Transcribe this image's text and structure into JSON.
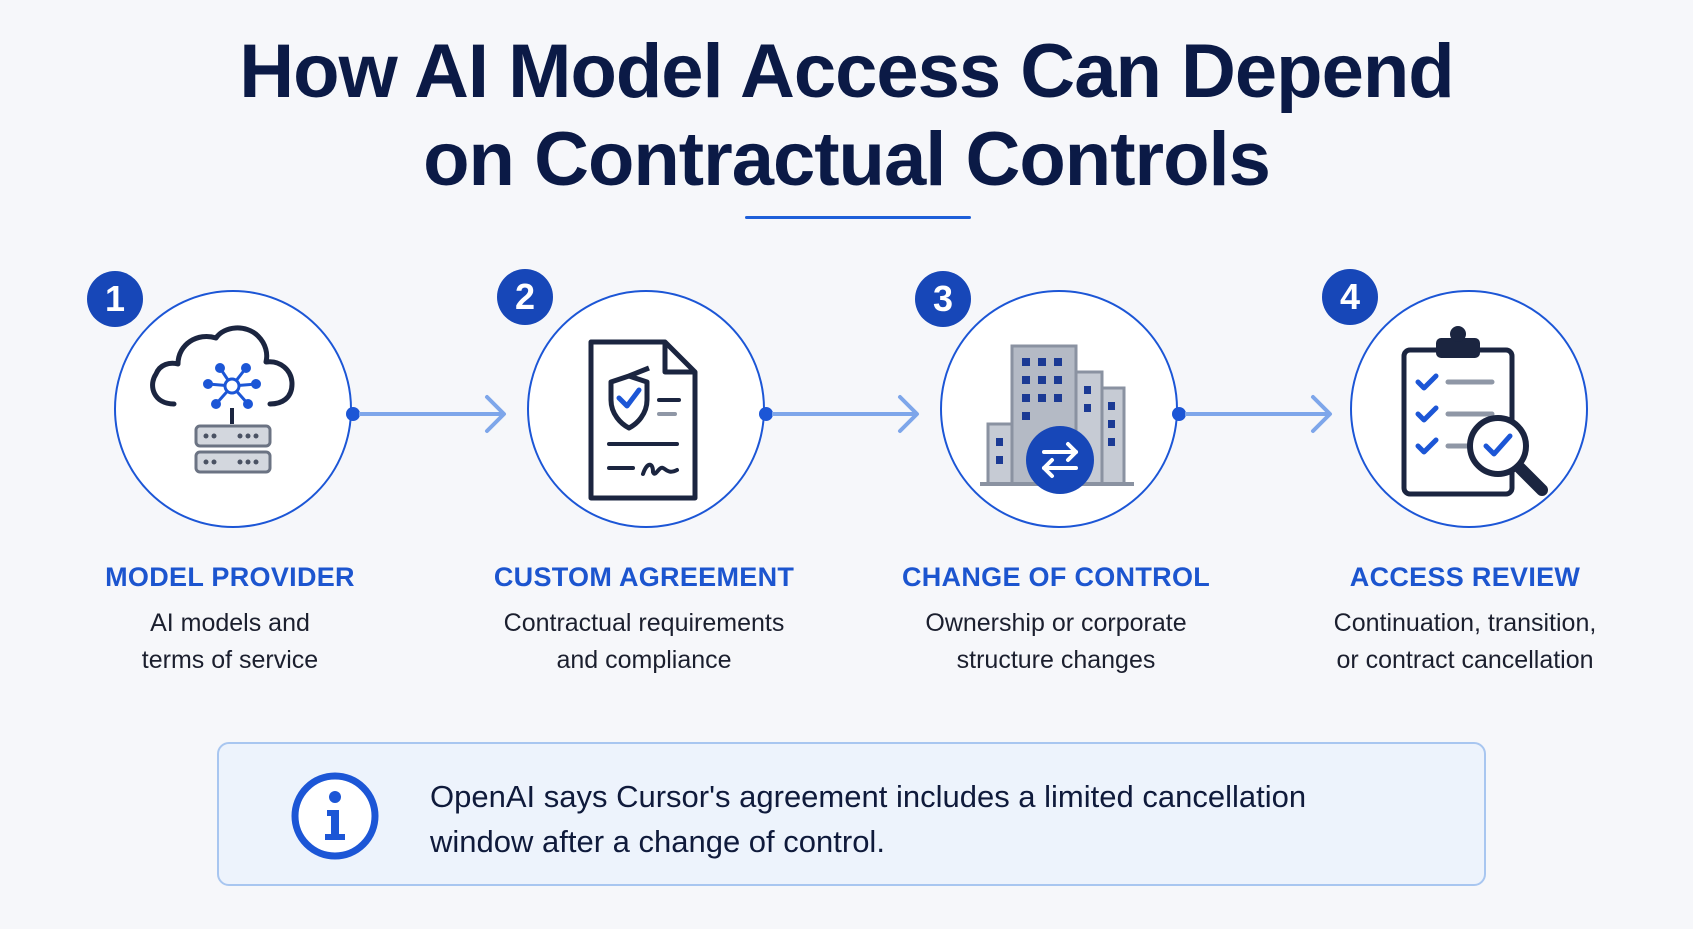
{
  "title": {
    "line1": "How AI Model Access Can Depend",
    "line2": "on Contractual Controls"
  },
  "colors": {
    "navy": "#0b1a46",
    "accent": "#1c56d6",
    "badge": "#1747b8",
    "connector": "#7ea6ea",
    "icon_stroke": "#1b2540",
    "icon_gray": "#8f97a6",
    "note_bg": "#edf3fc"
  },
  "steps": [
    {
      "number": "1",
      "icon": "cloud-network-server-icon",
      "title": "MODEL PROVIDER",
      "desc_line1": "AI models and",
      "desc_line2": "terms of service"
    },
    {
      "number": "2",
      "icon": "shield-document-icon",
      "title": "CUSTOM AGREEMENT",
      "desc_line1": "Contractual requirements",
      "desc_line2": "and compliance"
    },
    {
      "number": "3",
      "icon": "building-transfer-icon",
      "title": "CHANGE OF CONTROL",
      "desc_line1": "Ownership or corporate",
      "desc_line2": "structure changes"
    },
    {
      "number": "4",
      "icon": "clipboard-checklist-magnifier-icon",
      "title": "ACCESS REVIEW",
      "desc_line1": "Continuation, transition,",
      "desc_line2": "or contract cancellation"
    }
  ],
  "note": {
    "icon": "info-icon",
    "line1": "OpenAI says Cursor's agreement includes a limited cancellation",
    "line2": "window after a change of control."
  }
}
